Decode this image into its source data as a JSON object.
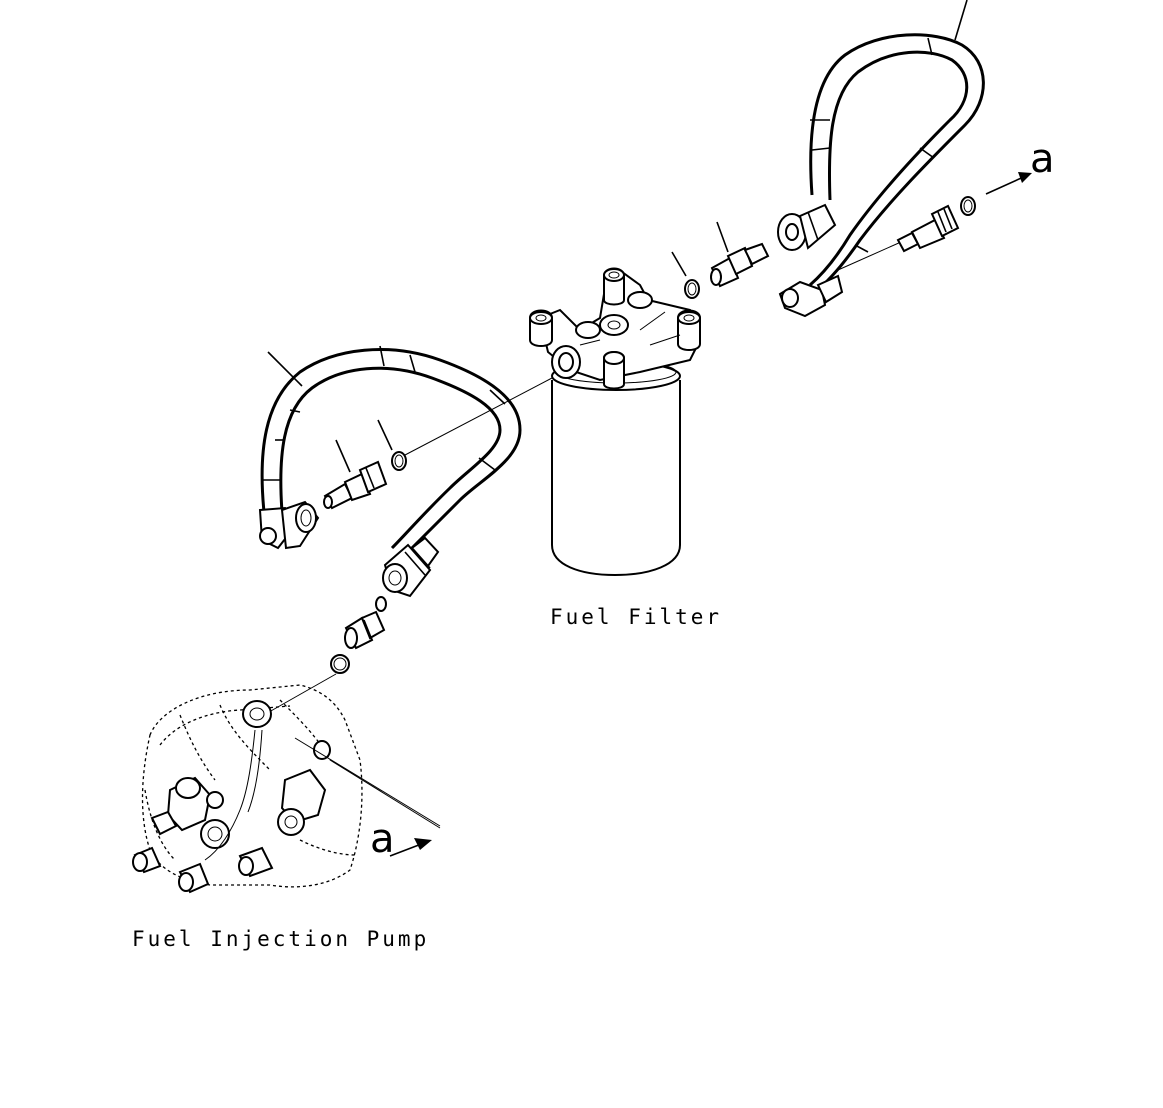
{
  "labels": {
    "fuel_filter": "Fuel Filter",
    "fuel_injection_pump": "Fuel Injection Pump",
    "callout_a_right": "a",
    "callout_a_left": "a"
  },
  "colors": {
    "line": "#000000",
    "background": "#ffffff"
  }
}
